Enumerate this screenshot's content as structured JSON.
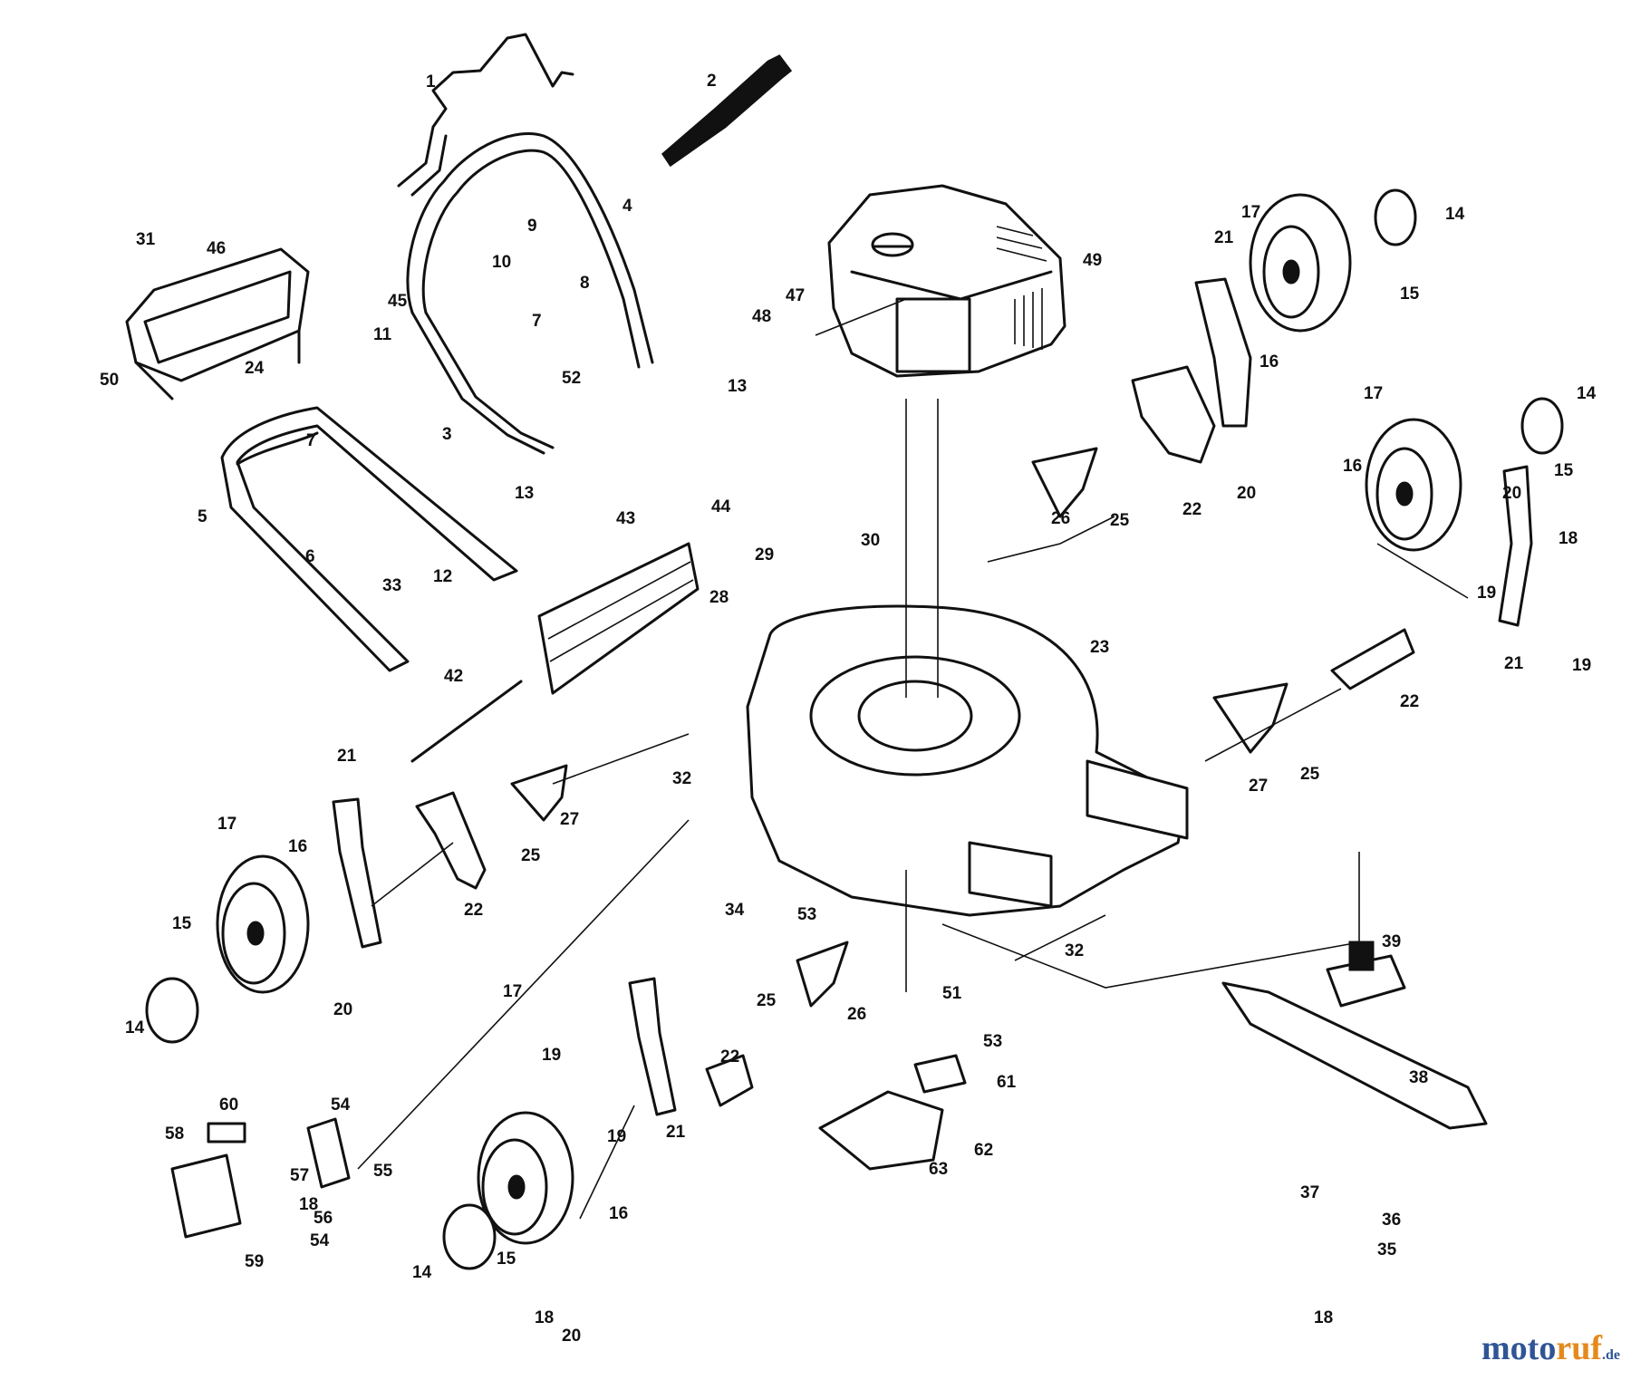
{
  "watermark": {
    "part1": "moto",
    "part2": "ruf",
    "part3": ".de"
  },
  "callouts": [
    {
      "id": "c1",
      "text": "1"
    },
    {
      "id": "c2",
      "text": "2"
    },
    {
      "id": "c3",
      "text": "3"
    },
    {
      "id": "c4",
      "text": "4"
    },
    {
      "id": "c5",
      "text": "5"
    },
    {
      "id": "c6",
      "text": "6"
    },
    {
      "id": "c7a",
      "text": "7"
    },
    {
      "id": "c7b",
      "text": "7"
    },
    {
      "id": "c8",
      "text": "8"
    },
    {
      "id": "c9",
      "text": "9"
    },
    {
      "id": "c10",
      "text": "10"
    },
    {
      "id": "c11",
      "text": "11"
    },
    {
      "id": "c12",
      "text": "12"
    },
    {
      "id": "c13a",
      "text": "13"
    },
    {
      "id": "c13b",
      "text": "13"
    },
    {
      "id": "c14a",
      "text": "14"
    },
    {
      "id": "c14b",
      "text": "14"
    },
    {
      "id": "c14c",
      "text": "14"
    },
    {
      "id": "c14d",
      "text": "14"
    },
    {
      "id": "c15a",
      "text": "15"
    },
    {
      "id": "c15b",
      "text": "15"
    },
    {
      "id": "c15c",
      "text": "15"
    },
    {
      "id": "c15d",
      "text": "15"
    },
    {
      "id": "c16a",
      "text": "16"
    },
    {
      "id": "c16b",
      "text": "16"
    },
    {
      "id": "c16c",
      "text": "16"
    },
    {
      "id": "c16d",
      "text": "16"
    },
    {
      "id": "c17a",
      "text": "17"
    },
    {
      "id": "c17b",
      "text": "17"
    },
    {
      "id": "c17c",
      "text": "17"
    },
    {
      "id": "c17d",
      "text": "17"
    },
    {
      "id": "c18a",
      "text": "18"
    },
    {
      "id": "c18b",
      "text": "18"
    },
    {
      "id": "c18c",
      "text": "18"
    },
    {
      "id": "c18d",
      "text": "18"
    },
    {
      "id": "c19a",
      "text": "19"
    },
    {
      "id": "c19b",
      "text": "19"
    },
    {
      "id": "c19c",
      "text": "19"
    },
    {
      "id": "c19d",
      "text": "19"
    },
    {
      "id": "c20a",
      "text": "20"
    },
    {
      "id": "c20b",
      "text": "20"
    },
    {
      "id": "c20c",
      "text": "20"
    },
    {
      "id": "c20d",
      "text": "20"
    },
    {
      "id": "c21a",
      "text": "21"
    },
    {
      "id": "c21b",
      "text": "21"
    },
    {
      "id": "c21c",
      "text": "21"
    },
    {
      "id": "c21d",
      "text": "21"
    },
    {
      "id": "c22a",
      "text": "22"
    },
    {
      "id": "c22b",
      "text": "22"
    },
    {
      "id": "c22c",
      "text": "22"
    },
    {
      "id": "c22d",
      "text": "22"
    },
    {
      "id": "c23",
      "text": "23"
    },
    {
      "id": "c24",
      "text": "24"
    },
    {
      "id": "c25a",
      "text": "25"
    },
    {
      "id": "c25b",
      "text": "25"
    },
    {
      "id": "c25c",
      "text": "25"
    },
    {
      "id": "c25d",
      "text": "25"
    },
    {
      "id": "c26a",
      "text": "26"
    },
    {
      "id": "c26b",
      "text": "26"
    },
    {
      "id": "c27a",
      "text": "27"
    },
    {
      "id": "c27b",
      "text": "27"
    },
    {
      "id": "c28",
      "text": "28"
    },
    {
      "id": "c29",
      "text": "29"
    },
    {
      "id": "c30",
      "text": "30"
    },
    {
      "id": "c31",
      "text": "31"
    },
    {
      "id": "c32a",
      "text": "32"
    },
    {
      "id": "c32b",
      "text": "32"
    },
    {
      "id": "c33",
      "text": "33"
    },
    {
      "id": "c34",
      "text": "34"
    },
    {
      "id": "c35",
      "text": "35"
    },
    {
      "id": "c36",
      "text": "36"
    },
    {
      "id": "c37",
      "text": "37"
    },
    {
      "id": "c38",
      "text": "38"
    },
    {
      "id": "c39",
      "text": "39"
    },
    {
      "id": "c42",
      "text": "42"
    },
    {
      "id": "c43",
      "text": "43"
    },
    {
      "id": "c44",
      "text": "44"
    },
    {
      "id": "c45",
      "text": "45"
    },
    {
      "id": "c46",
      "text": "46"
    },
    {
      "id": "c47",
      "text": "47"
    },
    {
      "id": "c48",
      "text": "48"
    },
    {
      "id": "c49",
      "text": "49"
    },
    {
      "id": "c50",
      "text": "50"
    },
    {
      "id": "c51",
      "text": "51"
    },
    {
      "id": "c52",
      "text": "52"
    },
    {
      "id": "c53a",
      "text": "53"
    },
    {
      "id": "c53b",
      "text": "53"
    },
    {
      "id": "c54a",
      "text": "54"
    },
    {
      "id": "c54b",
      "text": "54"
    },
    {
      "id": "c55",
      "text": "55"
    },
    {
      "id": "c56",
      "text": "56"
    },
    {
      "id": "c57",
      "text": "57"
    },
    {
      "id": "c58",
      "text": "58"
    },
    {
      "id": "c59",
      "text": "59"
    },
    {
      "id": "c60",
      "text": "60"
    },
    {
      "id": "c61",
      "text": "61"
    },
    {
      "id": "c62",
      "text": "62"
    },
    {
      "id": "c63",
      "text": "63"
    }
  ]
}
